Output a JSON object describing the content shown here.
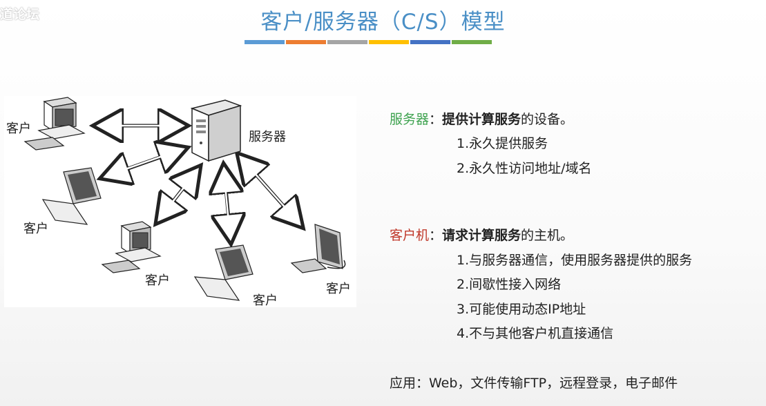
{
  "watermark": "道论坛",
  "title": "客户/服务器（C/S）模型",
  "title_bar_colors": [
    "#5b9bd5",
    "#ed7d31",
    "#a5a5a5",
    "#ffc000",
    "#4472c4",
    "#70ad47"
  ],
  "diagram": {
    "server_label": "服务器",
    "client_labels": [
      "客户",
      "客户",
      "客户",
      "客户",
      "客户"
    ]
  },
  "server_section": {
    "term": "服务器",
    "colon": "：",
    "definition_bold": "提供计算服务",
    "definition_rest": "的设备。",
    "points": [
      "1.永久提供服务",
      "2.永久性访问地址/域名"
    ]
  },
  "client_section": {
    "term": "客户机",
    "colon": "：",
    "definition_bold": "请求计算服务",
    "definition_rest": "的主机。",
    "points": [
      "1.与服务器通信，使用服务器提供的服务",
      "2.间歇性接入网络",
      "3.可能使用动态IP地址",
      "4.不与其他客户机直接通信"
    ]
  },
  "applications": "应用：Web，文件传输FTP，远程登录，电子邮件"
}
